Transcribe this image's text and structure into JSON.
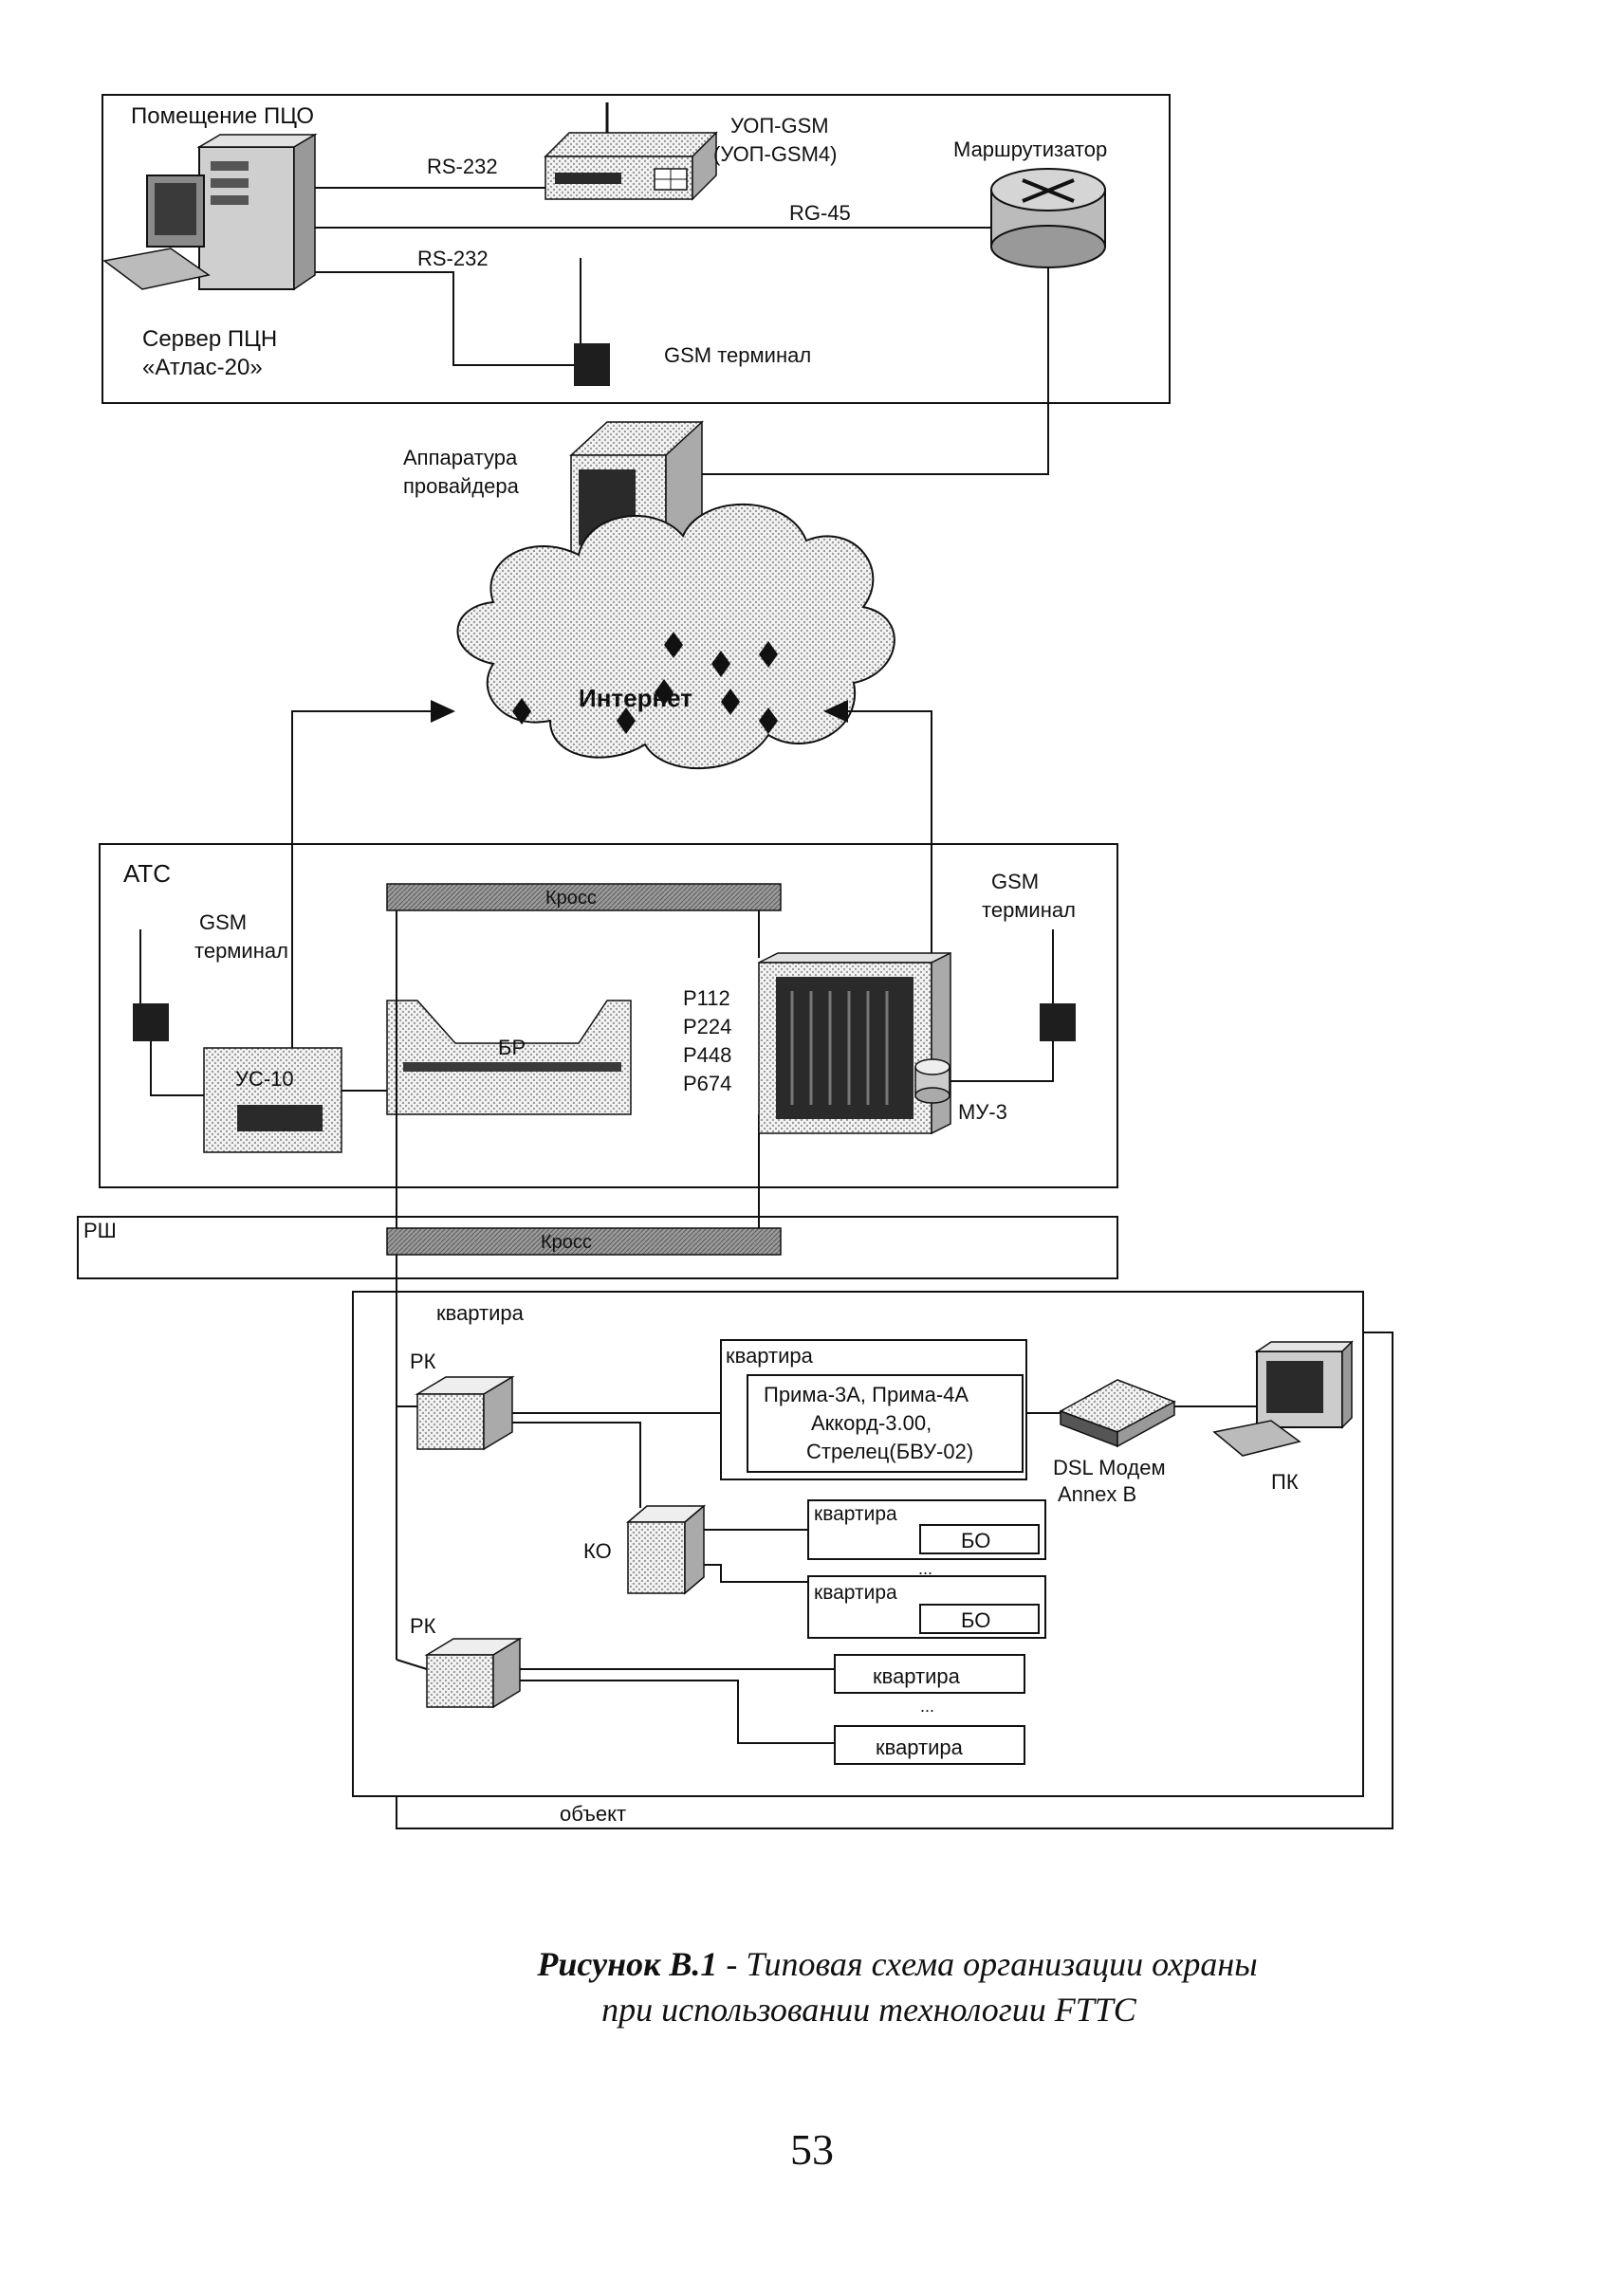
{
  "pco": {
    "title": "Помещение ПЦО",
    "server_line1": "Сервер ПЦН",
    "server_line2": "«Атлас-20»",
    "rs232_top": "RS-232",
    "rs232_bottom": "RS-232",
    "rg45": "RG-45",
    "uop_line1": "УОП-GSM",
    "uop_line2": "(УОП-GSM4)",
    "router": "Маршрутизатор",
    "gsm_terminal": "GSM терминал"
  },
  "provider": {
    "line1": "Аппаратура",
    "line2": "провайдера"
  },
  "internet": "Интернет",
  "ats": {
    "title": "АТС",
    "gsm_left_line1": "GSM",
    "gsm_left_line2": "терминал",
    "gsm_right_line1": "GSM",
    "gsm_right_line2": "терминал",
    "kross": "Кросс",
    "br": "БР",
    "us10": "УС-10",
    "models": [
      "Р112",
      "Р224",
      "Р448",
      "Р674"
    ],
    "mu3": "МУ-3"
  },
  "rsh": {
    "title": "РШ",
    "kross": "Кросс"
  },
  "building": {
    "kvartira_outer": "квартира",
    "rk_top": "РК",
    "rk_bottom": "РК",
    "ko": "КО",
    "kvartira_main": "квартира",
    "devices_line1": "Прима-3А, Прима-4А",
    "devices_line2": "Аккорд-3.00,",
    "devices_line3": "Стрелец(БВУ-02)",
    "dsl_line1": "DSL Модем",
    "dsl_line2": "Annex B",
    "pc": "ПК",
    "kvartira_bo1": "квартира",
    "bo1": "БО",
    "kvartira_bo2": "квартира",
    "bo2": "БО",
    "kvartira_3": "квартира",
    "kvartira_4": "квартира",
    "ellipsis": "...",
    "object": "объект"
  },
  "caption": {
    "figure": "Рисунок В.1",
    "dash": " - ",
    "line1": "Типовая схема организации охраны",
    "line2": "при использовании технологии FTTC"
  },
  "page_number": "53",
  "colors": {
    "line": "#111111",
    "device_gray": "#bdbdbd",
    "dark": "#2a2a2a",
    "bar": "#8c8c8c"
  }
}
